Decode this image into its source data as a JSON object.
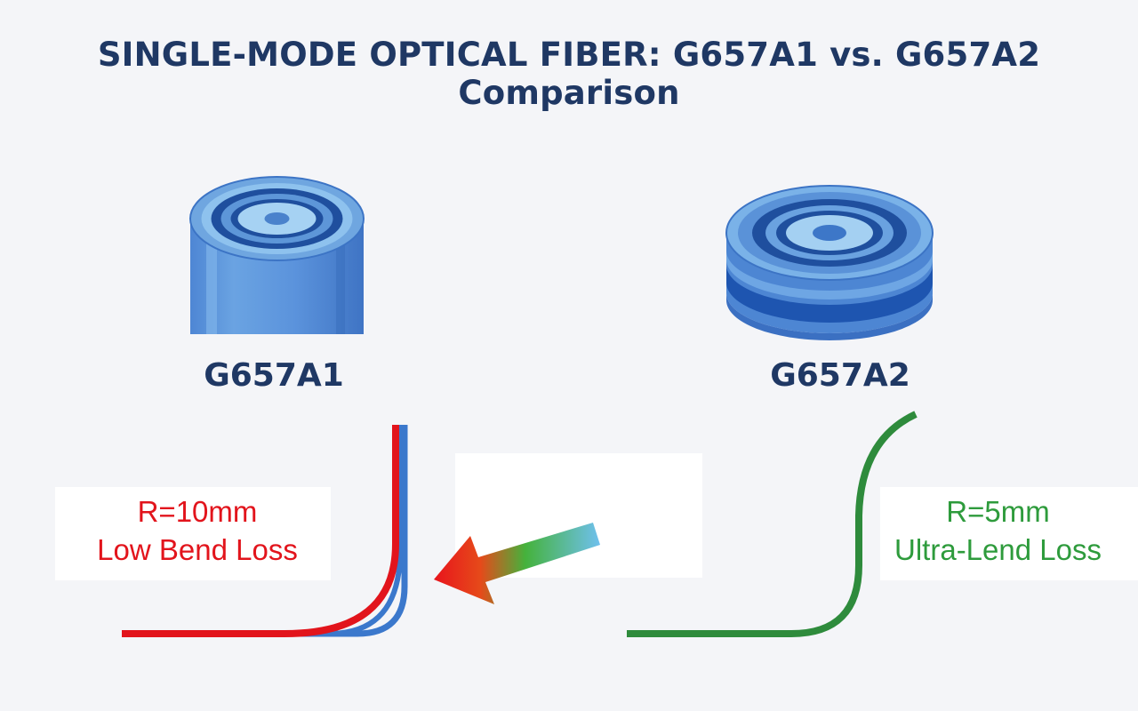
{
  "title": "SINGLE-MODE OPTICAL FIBER: G657A1 vs. G657A2 Comparison",
  "fibers": [
    {
      "label": "G657A1",
      "radius": "R=10mm",
      "loss": "Low Bend Loss",
      "color": "#e2141c"
    },
    {
      "label": "G657A2",
      "radius": "R=5mm",
      "loss": "Ultra-Lend Loss",
      "color": "#2e9b3c"
    }
  ],
  "colors": {
    "title": "#1f3864",
    "fiber_blue": "#3b78cc",
    "fiber_light": "#8fc3ea",
    "fiber_dark": "#1c4f9c"
  },
  "icons": [
    "cylinder-cross-section-icon",
    "disc-cross-section-icon",
    "gradient-arrow-icon"
  ]
}
